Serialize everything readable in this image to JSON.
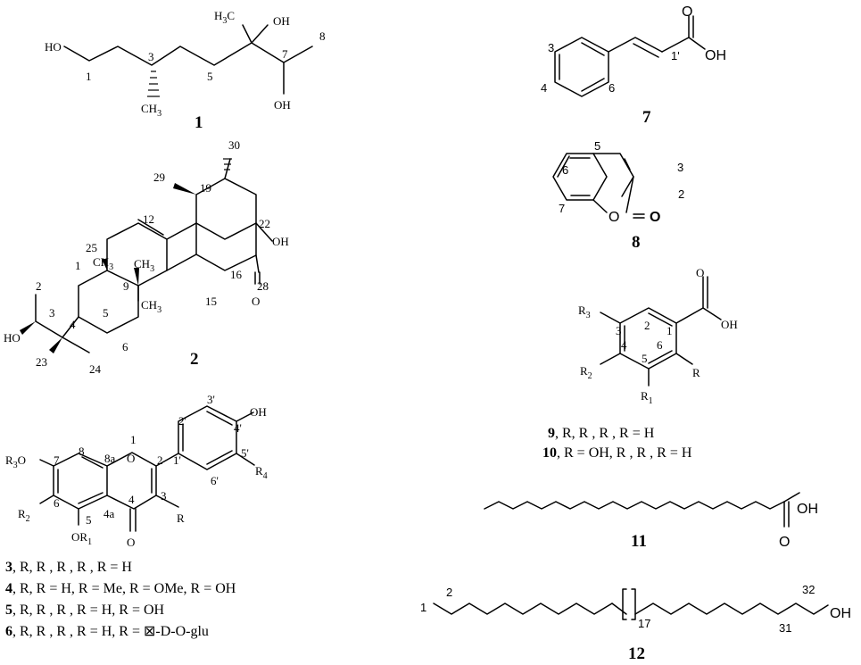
{
  "figure": {
    "compounds": [
      {
        "id": "1",
        "atom_labels": {
          "c1": "1",
          "c3": "3",
          "c5": "5",
          "c7": "7",
          "c8": "8",
          "ho": "HO",
          "oh_top": "OH",
          "oh_bot": "OH",
          "me_top": "H",
          "me_bot": "CH"
        }
      },
      {
        "id": "2",
        "atom_labels": {
          "c30": "30",
          "c29": "29",
          "c19": "19",
          "c12": "12",
          "c22": "22",
          "oh": "OH",
          "c25": "25",
          "c1": "1",
          "c9": "9",
          "c28": "28",
          "c16": "16",
          "c15": "15",
          "c2": "2",
          "c3": "3",
          "ho": "HO",
          "c4": "4",
          "c5": "5",
          "c6": "6",
          "c23": "23",
          "c24": "24",
          "me1": "CH",
          "me2": "CH",
          "me3": "CH",
          "o28": "O"
        }
      },
      {
        "id": "3"
      },
      {
        "id": "4"
      },
      {
        "id": "5"
      },
      {
        "id": "6"
      },
      {
        "id": "7",
        "atom_labels": {
          "c3": "3",
          "c4": "4",
          "c6": "6",
          "c1p": "1'",
          "o": "O",
          "oh": "OH"
        }
      },
      {
        "id": "8",
        "atom_labels": {
          "c5": "5",
          "c6": "6",
          "c7": "7",
          "c3": "3",
          "c2": "2",
          "o1": "O",
          "o2": "O"
        }
      },
      {
        "id": "9"
      },
      {
        "id": "10"
      },
      {
        "id": "11",
        "atom_labels": {
          "oh": "OH",
          "o": "O"
        }
      },
      {
        "id": "12",
        "atom_labels": {
          "c1": "1",
          "c2": "2",
          "n17": "17",
          "c32": "32",
          "c31": "31",
          "oh": "OH"
        }
      }
    ],
    "flavone_labels": {
      "oh4p": "OH",
      "c3p": "3'",
      "c4p": "4'",
      "c2p": "2'",
      "c1p": "1'",
      "c5p": "5'",
      "c6p": "6'",
      "r4": "R",
      "o1": "1",
      "c8": "8",
      "c8a": "8a",
      "o_ring": "O",
      "c2": "2",
      "c7": "7",
      "r3o": "R",
      "c6": "6",
      "c5": "5",
      "c4a": "4a",
      "c4": "4",
      "c3": "3",
      "r": "R",
      "r2": "R",
      "or1": "OR",
      "o4": "O"
    },
    "benzoic_labels": {
      "r3": "R",
      "c3": "3",
      "c2": "2",
      "c1": "1",
      "c4": "4",
      "c6": "6",
      "c5": "5",
      "oh": "OH",
      "o": "O",
      "r2": "R",
      "r": "R",
      "r1": "R"
    },
    "captions": {
      "c3": ", R, R , R , R , R = H",
      "c4": ", R, R  = H, R = Me, R = OMe, R = OH",
      "c5": ", R, R , R , R = H, R = OH",
      "c6": ", R, R , R , R = H, R = ",
      "c6_tail": "⊠-D-O-glu",
      "c9": ",  R, R , R , R = H",
      "c10": ", R = OH, R , R , R = H"
    }
  }
}
